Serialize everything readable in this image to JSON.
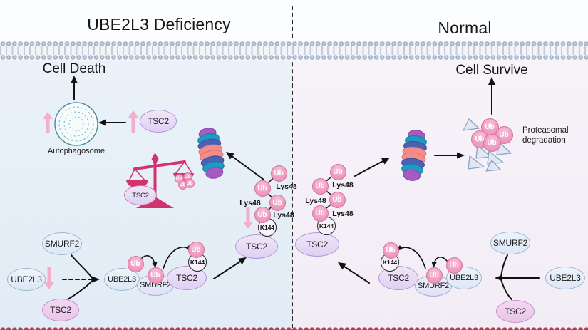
{
  "titles": {
    "left": "UBE2L3 Deficiency",
    "right": "Normal"
  },
  "labels": {
    "tsc2": "TSC2",
    "smurf2": "SMURF2",
    "ube2l3": "UBE2L3",
    "ub": "Ub",
    "k144": "K144",
    "lys48": "Lys48",
    "cell_death": "Cell Death",
    "cell_survive": "Cell Survive",
    "autophagosome": "Autophagosome",
    "proteasomal_degradation_line1": "Proteasomal",
    "proteasomal_degradation_line2": "degradation"
  },
  "colors": {
    "left_bg": "#e7eef7",
    "right_bg": "#f6f0f7",
    "membrane": "#a8b4c8",
    "divider": "#2a2a2a",
    "balance_scale": "#d2336e",
    "ub_fill": "#ef9ec2",
    "ub_border": "#d7739f",
    "oval_blue": "#e4edf8",
    "oval_purple": "#e3d4f4",
    "oval_pink": "#ecc9ec",
    "pink_arrow": "#f3aecb",
    "proteasome_rings": [
      "#a55cc0",
      "#1d9bc4",
      "#4b61b4",
      "#f28d88"
    ],
    "triangle_fill": "#dfe8f4"
  }
}
